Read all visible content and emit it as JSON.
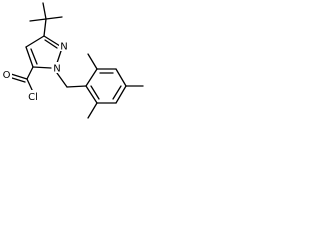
{
  "molecule": {
    "atoms": {
      "n2": "N",
      "n1": "N",
      "o": "O",
      "cl": "Cl"
    },
    "colors": {
      "bond": "#000000",
      "label": "#000000",
      "background": "#ffffff"
    }
  }
}
